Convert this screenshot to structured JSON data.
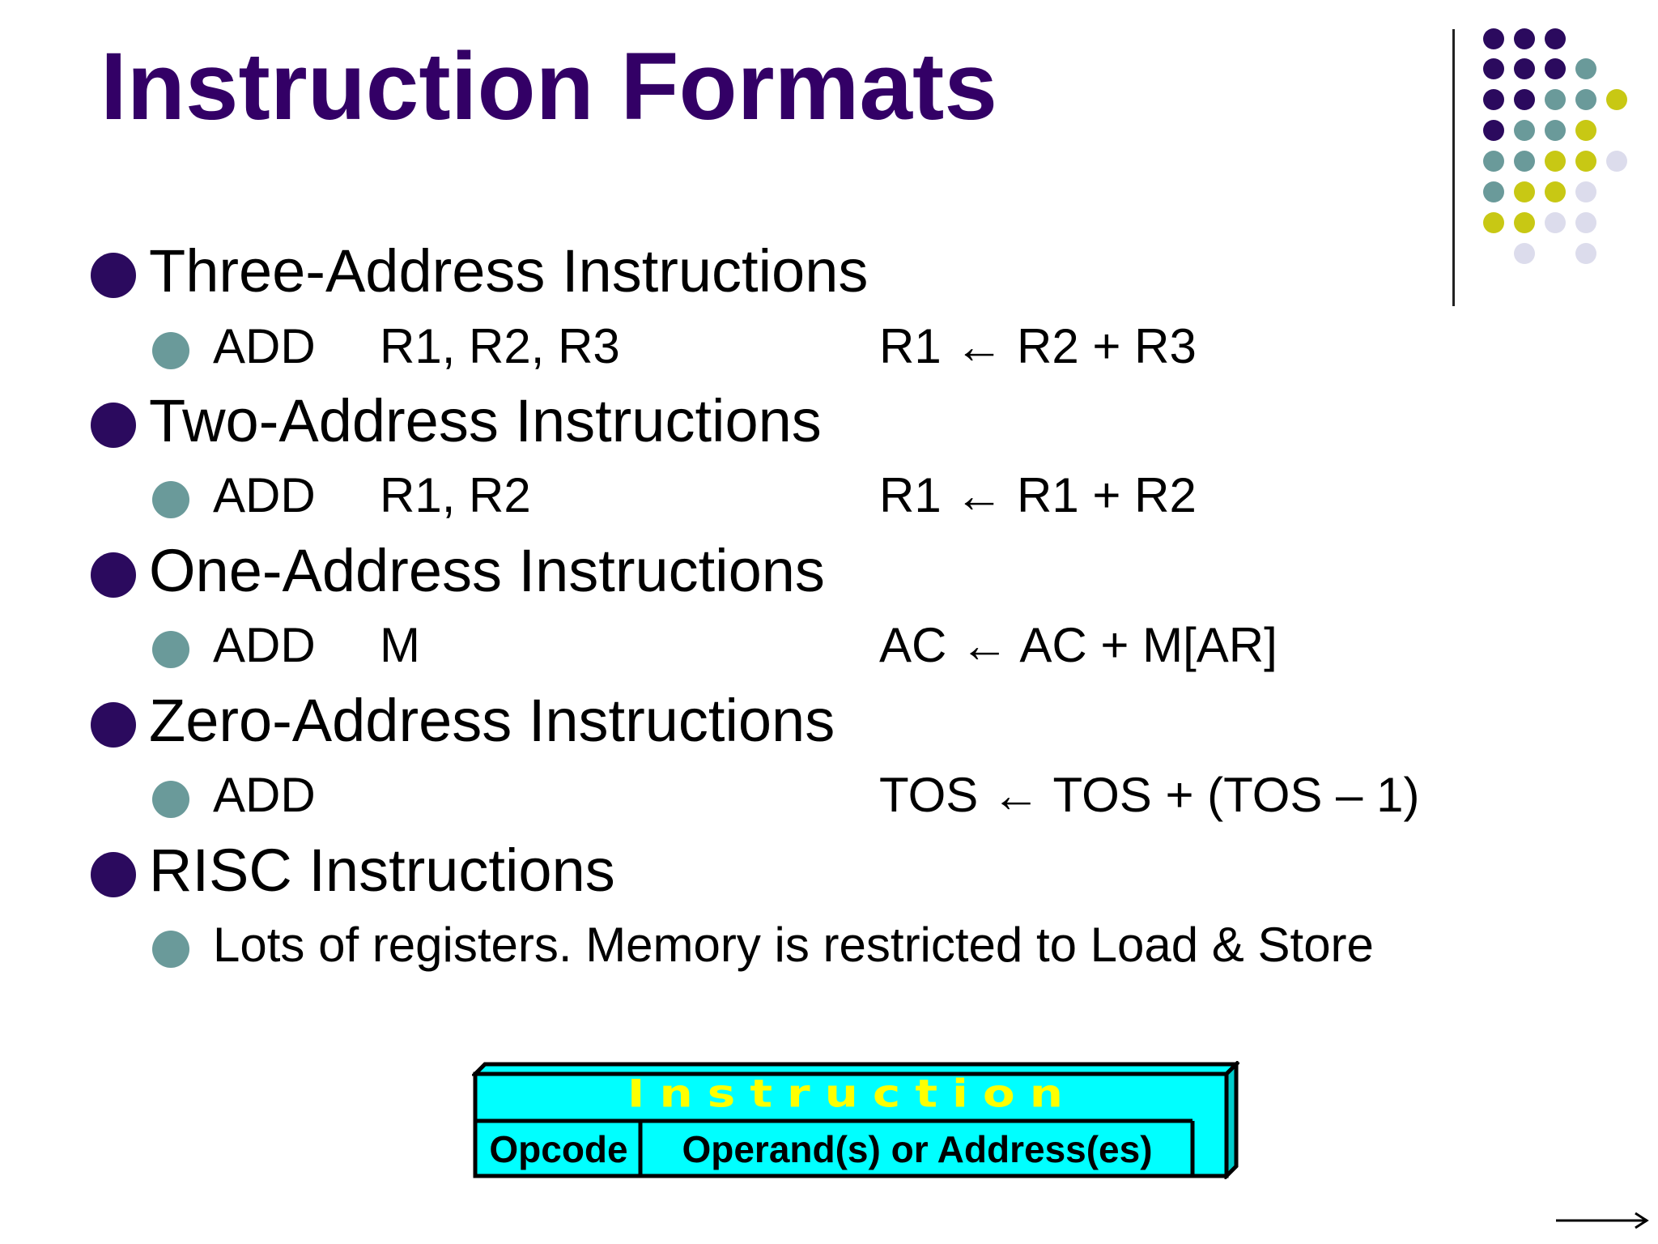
{
  "slide": {
    "title": "Instruction Formats",
    "items": [
      {
        "heading": "Three-Address Instructions",
        "mnemonic": "ADD",
        "operands": "R1, R2, R3",
        "operation": "R1 ← R2 + R3"
      },
      {
        "heading": "Two-Address Instructions",
        "mnemonic": "ADD",
        "operands": "R1, R2",
        "operation": "R1 ← R1 + R2"
      },
      {
        "heading": "One-Address Instructions",
        "mnemonic": "ADD",
        "operands": "M",
        "operation": "AC ← AC + M[AR]"
      },
      {
        "heading": "Zero-Address Instructions",
        "mnemonic": "ADD",
        "operands": "",
        "operation": "TOS ← TOS + (TOS – 1)"
      },
      {
        "heading": "RISC Instructions",
        "note": "Lots of registers. Memory is restricted to Load & Store"
      }
    ],
    "diagram": {
      "word": "Instruction",
      "opcode": "Opcode",
      "operands": "Operand(s) or Address(es)"
    }
  },
  "colors": {
    "title": "#330066",
    "bullet_primary": "#2b0a5e",
    "bullet_secondary": "#6a9a9a",
    "dot_purple": "#2b0a5e",
    "dot_teal": "#6a9a9a",
    "dot_olive": "#c8c814",
    "dot_lavender": "#dcdcec",
    "box_fill": "#00ffff",
    "box_word": "#ffff00"
  },
  "icons": {
    "next_slide": "arrow-right-icon"
  }
}
